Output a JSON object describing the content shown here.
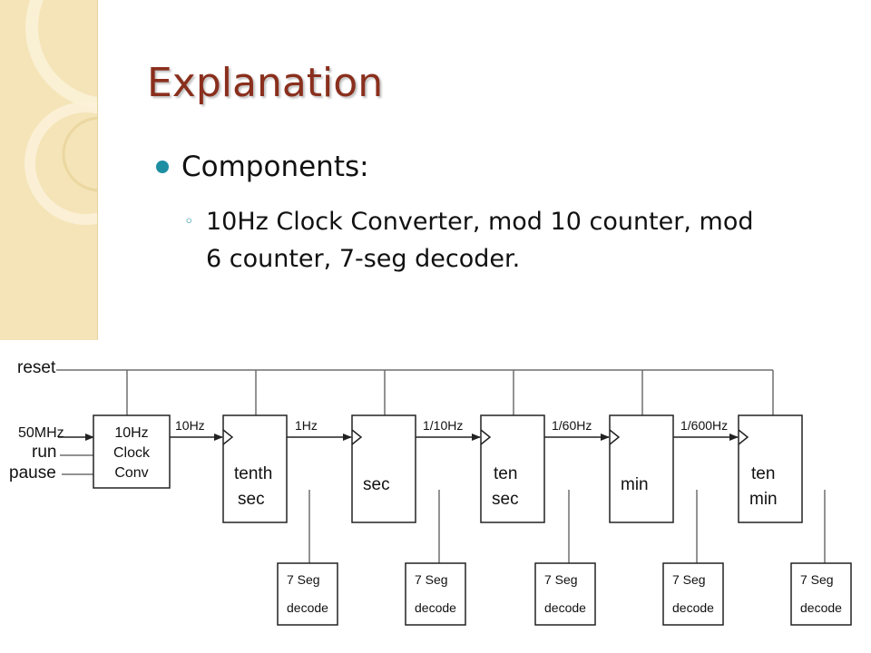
{
  "slide": {
    "title": "Explanation",
    "bullet": "Components:",
    "sub_bullet_lines": [
      "10Hz Clock Converter, mod 10 counter, mod",
      "6 counter, 7-seg decoder."
    ]
  },
  "colors": {
    "title": "#8a2f1d",
    "bullet": "#1e8ea3",
    "side_strip": "#f4e4b8"
  },
  "diagram": {
    "inputs": [
      "reset",
      "50MHz",
      "run",
      "pause"
    ],
    "converter_lines": [
      "10Hz",
      "Clock",
      "Conv"
    ],
    "signals": [
      "10Hz",
      "1Hz",
      "1/10Hz",
      "1/60Hz",
      "1/600Hz"
    ],
    "counters": [
      [
        "tenth",
        "sec"
      ],
      [
        "sec"
      ],
      [
        "ten",
        "sec"
      ],
      [
        "min"
      ],
      [
        "ten",
        "min"
      ]
    ],
    "decoders": [
      [
        "7 Seg",
        "decode"
      ],
      [
        "7 Seg",
        "decode"
      ],
      [
        "7 Seg",
        "decode"
      ],
      [
        "7 Seg",
        "decode"
      ],
      [
        "7 Seg",
        "decode"
      ]
    ]
  }
}
